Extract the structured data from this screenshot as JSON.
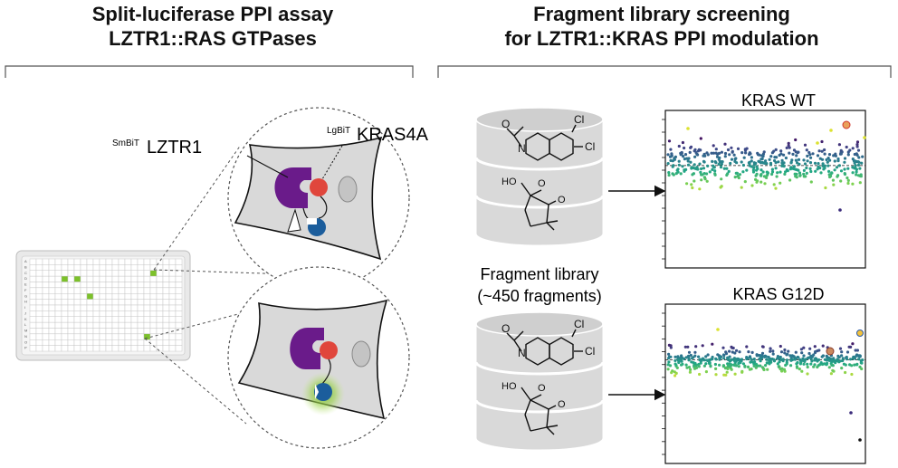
{
  "left_panel": {
    "title_line1": "Split-luciferase PPI assay",
    "title_line2": "LZTR1::RAS GTPases",
    "smbit_prefix": "SmBiT",
    "smbit_name": "LZTR1",
    "lgbit_prefix": "LgBiT",
    "lgbit_name": "KRAS4A",
    "plate_row_letters": "ABCDEFGHIJKLMNOP"
  },
  "right_panel": {
    "title_line1": "Fragment library screening",
    "title_line2": "for LZTR1::KRAS PPI modulation",
    "library_label_line1": "Fragment library",
    "library_label_line2": "(~450 fragments)",
    "structure_atoms": {
      "cl": "Cl",
      "n": "N",
      "o": "O",
      "ho": "HO"
    },
    "plot_titles": [
      "KRAS WT",
      "KRAS G12D"
    ]
  },
  "colors": {
    "luciferase_green": "#7cc12a",
    "lztr1_purple": "#6a1b8a",
    "kras_red": "#e0463c",
    "smbit_blue": "#1b5d9c",
    "cell_gray": "#d9d9d9"
  }
}
